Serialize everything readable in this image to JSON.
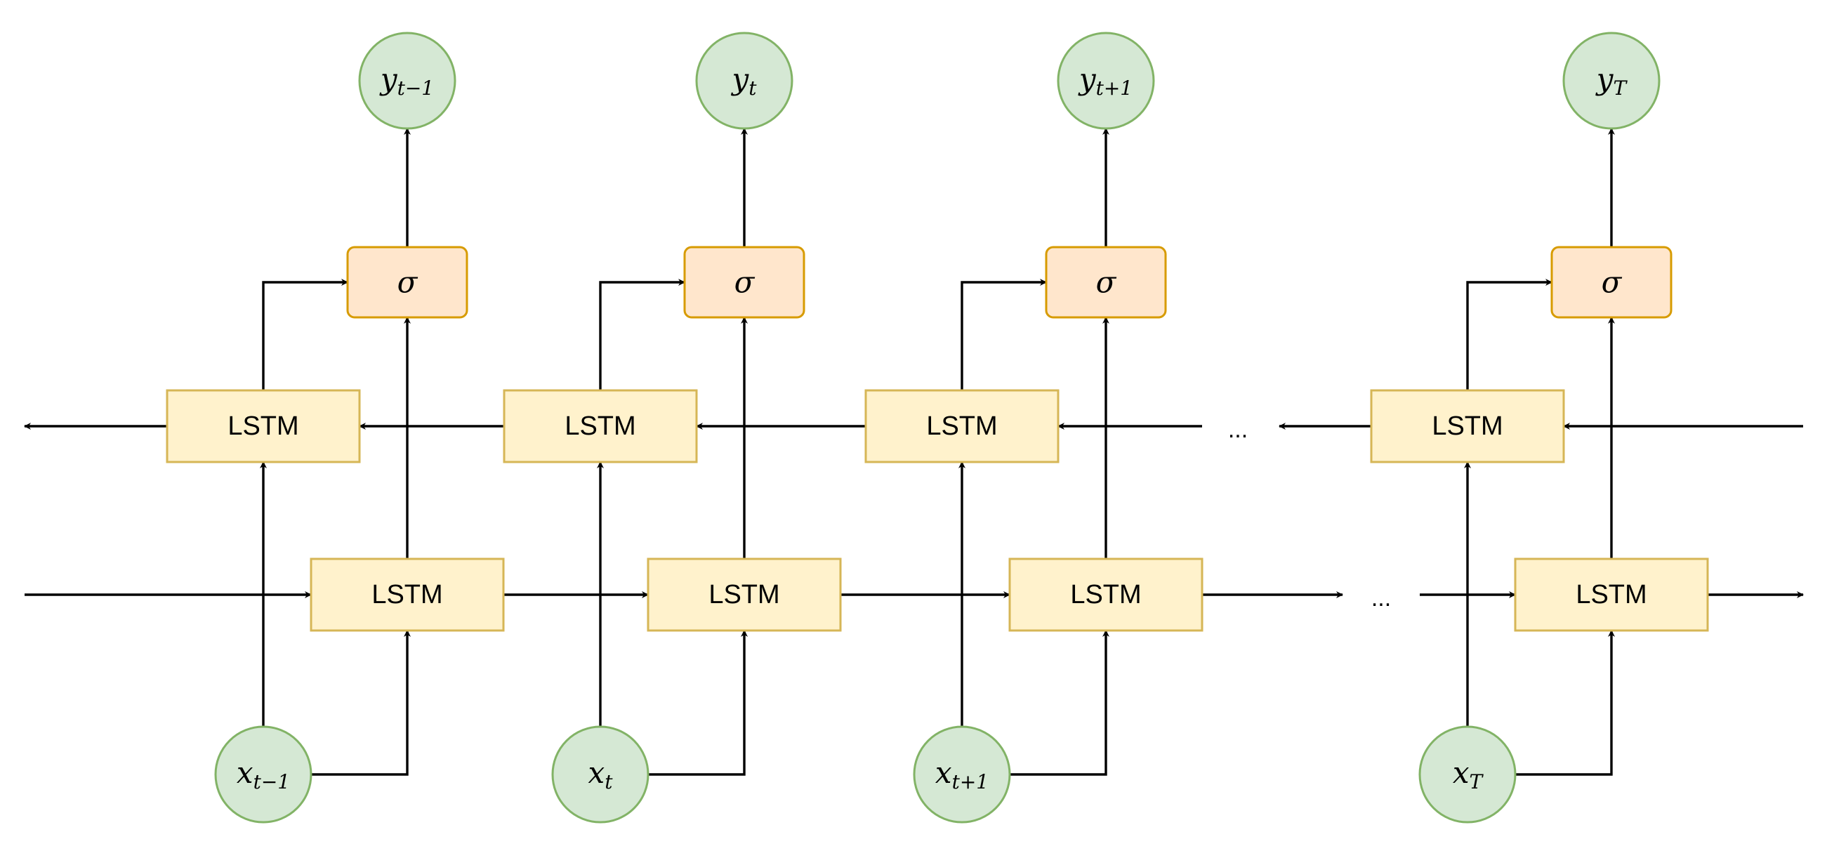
{
  "lstm_label": "LSTM",
  "sigma_label": "σ",
  "ellipsis": "...",
  "time_steps": [
    {
      "output": {
        "base": "y",
        "sub": "t−1"
      },
      "input": {
        "base": "x",
        "sub": "t−1"
      }
    },
    {
      "output": {
        "base": "y",
        "sub": "t"
      },
      "input": {
        "base": "x",
        "sub": "t"
      }
    },
    {
      "output": {
        "base": "y",
        "sub": "t+1"
      },
      "input": {
        "base": "x",
        "sub": "t+1"
      }
    },
    {
      "output": {
        "base": "y",
        "sub": "T"
      },
      "input": {
        "base": "x",
        "sub": "T"
      }
    }
  ],
  "colors": {
    "lstm_fill": "#fff2cc",
    "lstm_stroke": "#d6b656",
    "sigma_fill": "#ffe6cc",
    "sigma_stroke": "#d79b00",
    "node_fill": "#d5e8d4",
    "node_stroke": "#82b366",
    "arrow": "#000000"
  }
}
